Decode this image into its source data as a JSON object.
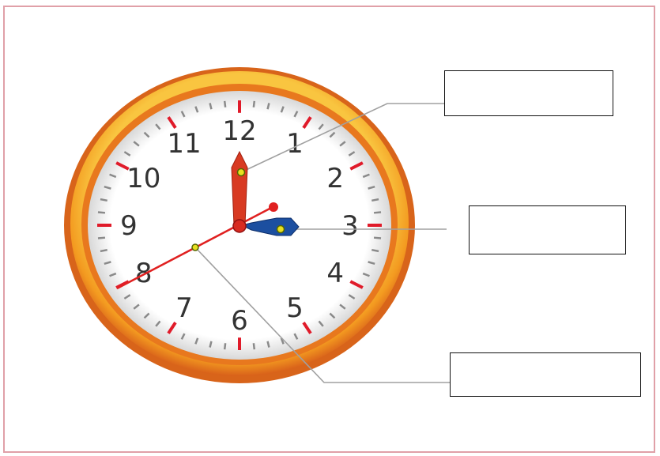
{
  "clock": {
    "numbers": [
      "12",
      "1",
      "2",
      "3",
      "4",
      "5",
      "6",
      "7",
      "8",
      "9",
      "10",
      "11"
    ],
    "colors": {
      "rim_outer": "#e0701a",
      "rim_inner": "#f6b030",
      "face": "#ffffff",
      "tick_major": "#e01b2a",
      "tick_minor": "#8a8a8a",
      "hour_hand": "#e03020",
      "minute_hand": "#1c4fa0",
      "second_hand": "#e02020",
      "pointer_line": "#9a9a9a",
      "pivot_dot": "#e8e020"
    },
    "hands": [
      {
        "name": "hour",
        "points_to": "12"
      },
      {
        "name": "minute",
        "points_to": "3"
      },
      {
        "name": "second",
        "points_to": "8"
      }
    ]
  },
  "labels": {
    "boxes": [
      "",
      "",
      ""
    ]
  }
}
